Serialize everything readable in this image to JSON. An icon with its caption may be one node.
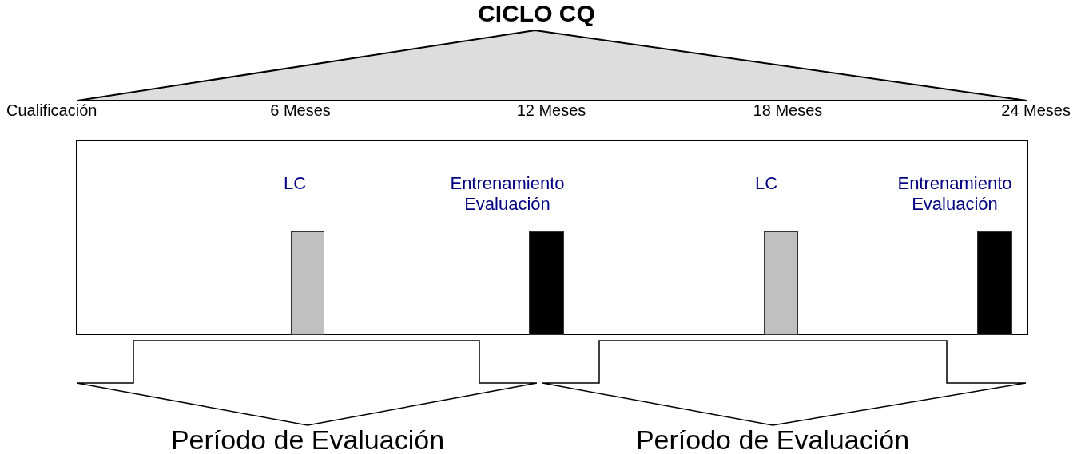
{
  "diagram": {
    "title": "CICLO CQ",
    "nodes": [
      {
        "text": [],
        "shape": "triangle"
      },
      {
        "text": [],
        "shape": "box"
      },
      {
        "text": [
          "LC"
        ],
        "in": 1
      },
      {
        "text": [
          "Entrenamiento Evaluación"
        ],
        "in": 1
      },
      {
        "text": [
          "LC"
        ],
        "in": 1
      },
      {
        "text": [
          "Entrenamiento Evaluación"
        ],
        "in": 1
      },
      {
        "text": [
          "Período de Evaluación"
        ]
      },
      {
        "text": [
          "Período de Evaluación"
        ]
      }
    ],
    "labels": [
      "Cualificación",
      "6 Meses",
      "12 Meses",
      "18 Meses",
      "24 Meses"
    ]
  }
}
